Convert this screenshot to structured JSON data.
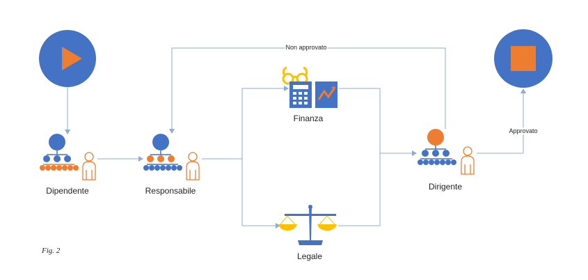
{
  "nodes": {
    "dipendente": "Dipendente",
    "responsabile": "Responsabile",
    "finanza": "Finanza",
    "legale": "Legale",
    "dirigente": "Dirigente"
  },
  "edges": {
    "rejected": "Non approvato",
    "approved": "Approvato"
  },
  "caption": "Fig. 2",
  "colors": {
    "blue": "#4472c4",
    "orange": "#ed7d31",
    "gold": "#ffc000",
    "line": "#8faadc"
  }
}
